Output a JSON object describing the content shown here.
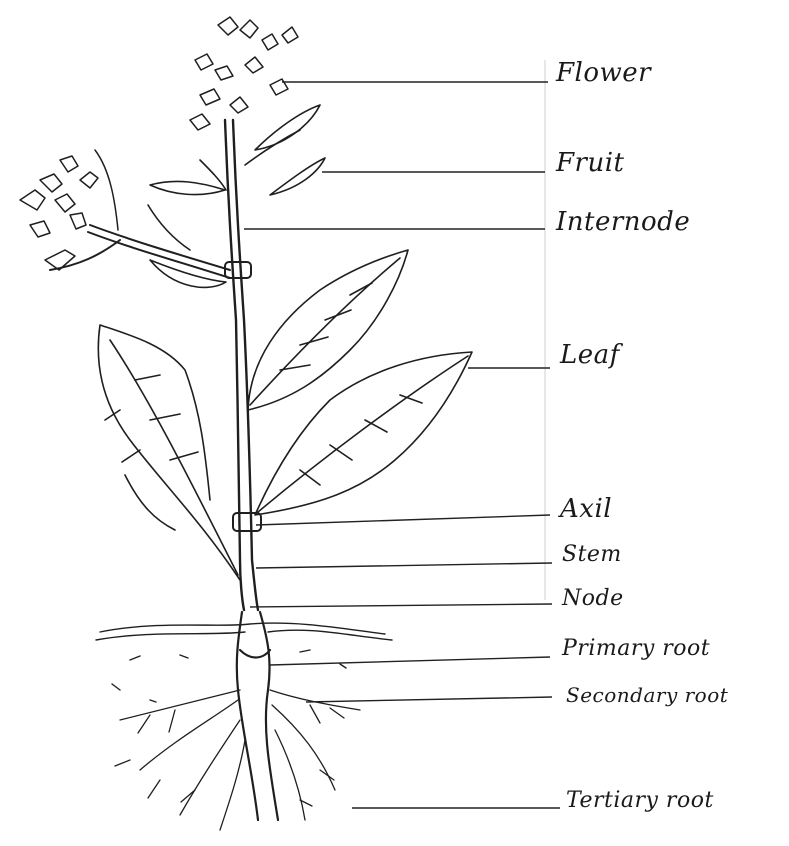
{
  "diagram": {
    "labels": [
      {
        "key": "flower",
        "text": "Flower"
      },
      {
        "key": "fruit",
        "text": "Fruit"
      },
      {
        "key": "internode",
        "text": "Internode"
      },
      {
        "key": "leaf",
        "text": "Leaf"
      },
      {
        "key": "axil",
        "text": "Axil"
      },
      {
        "key": "stem",
        "text": "Stem"
      },
      {
        "key": "node",
        "text": "Node"
      },
      {
        "key": "primary_root",
        "text": "Primary root"
      },
      {
        "key": "secondary_root",
        "text": "Secondary root"
      },
      {
        "key": "tertiary_root",
        "text": "Tertiary root"
      }
    ],
    "ink_color": "#1f1f1f",
    "background": "#ffffff"
  }
}
